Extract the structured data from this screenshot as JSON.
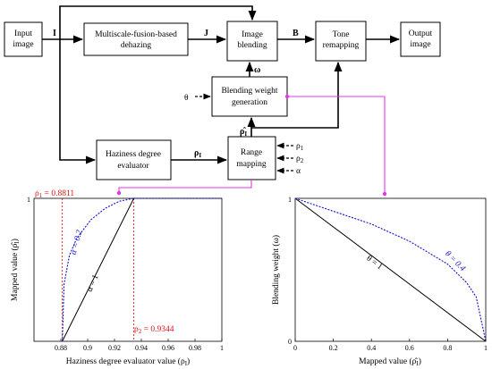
{
  "diagram": {
    "blocks": {
      "input": [
        "Input",
        "image"
      ],
      "dehaze": [
        "Multiscale-fusion-based",
        "dehazing"
      ],
      "blend": [
        "Image",
        "blending"
      ],
      "tone": [
        "Tone",
        "remapping"
      ],
      "output": [
        "Output",
        "image"
      ],
      "weight": [
        "Blending weight",
        "generation"
      ],
      "haze": [
        "Haziness degree",
        "evaluator"
      ],
      "range": [
        "Range",
        "mapping"
      ]
    },
    "signals": {
      "I": "I",
      "J": "J",
      "B": "B",
      "omega": "ω",
      "theta": "θ",
      "rho_hat": "ρ̂",
      "rho_hat_sub": "I",
      "rho": "ρ",
      "rho_sub": "I",
      "rho1": "ρ",
      "rho1_sub": "1",
      "rho2": "ρ",
      "rho2_sub": "2",
      "alpha": "α"
    }
  },
  "left_plot": {
    "xlabel": "Haziness degree evaluator value (ρ",
    "xlabel_sub": "I",
    "xlabel_end": ")",
    "ylabel": "Mapped value (ρ̂",
    "ylabel_sub": "I",
    "ylabel_end": ")",
    "rho1_label": "ρ",
    "rho1_sub": "1",
    "rho1_value": " = 0.8811",
    "rho2_label": "ρ",
    "rho2_sub": "2",
    "rho2_value": " = 0.9344",
    "curve_labels": {
      "alpha1": "α = 1",
      "alpha02": "α = 0.2"
    },
    "xticks": [
      "0.88",
      "0.9",
      "0.92",
      "0.94",
      "0.96",
      "0.98",
      "1"
    ],
    "ytick_top": "1"
  },
  "right_plot": {
    "xlabel": "Mapped value (ρ̂",
    "xlabel_sub": "I",
    "xlabel_end": ")",
    "ylabel": "Blending weight (ω)",
    "curve_labels": {
      "theta1": "θ = 1",
      "theta04": "θ = 0.4"
    },
    "xticks": [
      "0",
      "0.2",
      "0.4",
      "0.6",
      "0.8",
      "1"
    ],
    "yticks": [
      "0",
      "1"
    ]
  },
  "colors": {
    "accent_magenta": "#e535e5",
    "red": "#e01010",
    "blue": "#1010d0"
  },
  "chart_data": [
    {
      "type": "line",
      "xlim": [
        0.86,
        1.0
      ],
      "ylim": [
        0,
        1
      ],
      "series": [
        {
          "name": "α = 1",
          "x": [
            0.8811,
            0.9344,
            1.0
          ],
          "y": [
            0,
            1,
            1
          ]
        },
        {
          "name": "α = 0.2",
          "x": [
            0.8811,
            0.8824,
            0.8864,
            0.8918,
            0.9024,
            0.913,
            0.9237,
            0.9344,
            1.0
          ],
          "y": [
            0,
            0.4,
            0.6,
            0.72,
            0.85,
            0.93,
            0.98,
            1,
            1
          ]
        }
      ]
    },
    {
      "type": "line",
      "xlim": [
        0,
        1
      ],
      "ylim": [
        0,
        1
      ],
      "series": [
        {
          "name": "θ = 1",
          "x": [
            0,
            1
          ],
          "y": [
            1,
            0
          ]
        },
        {
          "name": "θ = 0.4",
          "x": [
            0,
            0.2,
            0.4,
            0.6,
            0.8,
            0.9,
            0.95,
            1.0
          ],
          "y": [
            1,
            0.91,
            0.82,
            0.7,
            0.54,
            0.41,
            0.31,
            0
          ]
        }
      ]
    }
  ]
}
